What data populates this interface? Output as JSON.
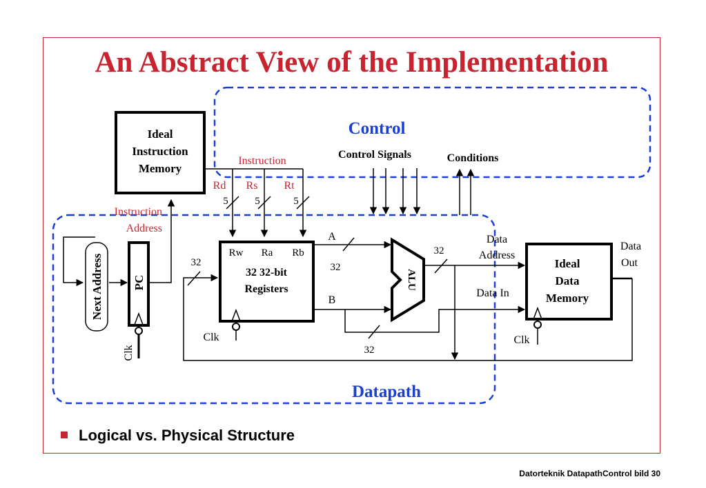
{
  "title": "An Abstract View of the Implementation",
  "bullet": "Logical vs. Physical Structure",
  "footer": "Datorteknik DatapathControl bild 30",
  "colors": {
    "accent": "#c8242f",
    "blue": "#1a3fd1",
    "black": "#000000"
  },
  "diagram": {
    "control_label": "Control",
    "datapath_label": "Datapath",
    "instr_mem": [
      "Ideal",
      "Instruction",
      "Memory"
    ],
    "instruction_label": "Instruction",
    "rd": "Rd",
    "rs": "Rs",
    "rt": "Rt",
    "bits5": "5",
    "control_signals": "Control Signals",
    "conditions": "Conditions",
    "instr_addr": [
      "Instruction",
      "Address"
    ],
    "next_address": "Next Address",
    "pc": "PC",
    "clk": "Clk",
    "bits32": "32",
    "rw": "Rw",
    "ra": "Ra",
    "rb": "Rb",
    "registers": [
      "32 32-bit",
      "Registers"
    ],
    "a": "A",
    "b": "B",
    "alu": "ALU",
    "data_address": [
      "Data",
      "Address"
    ],
    "data_in": "Data In",
    "data_out": [
      "Data",
      "Out"
    ],
    "data_mem": [
      "Ideal",
      "Data",
      "Memory"
    ]
  }
}
